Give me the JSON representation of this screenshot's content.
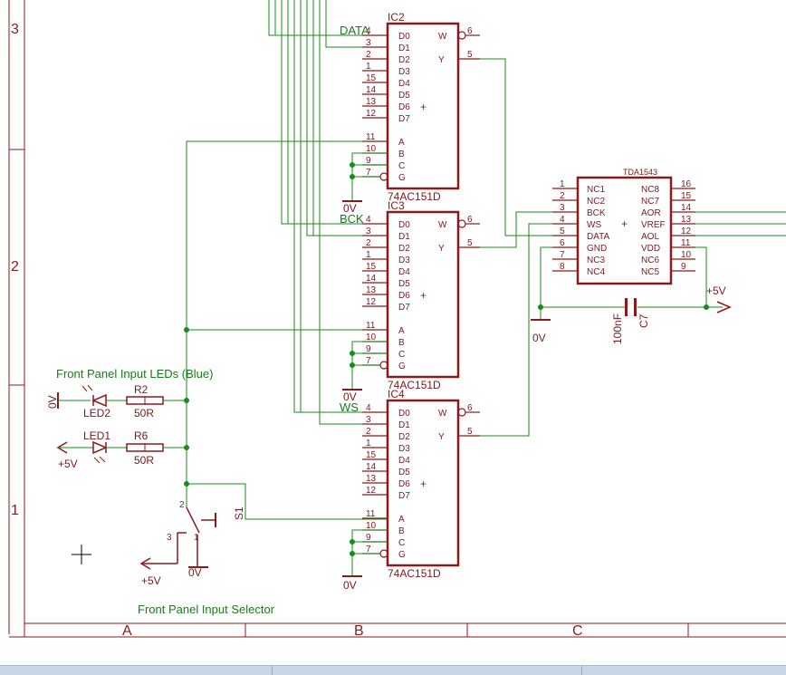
{
  "frame": {
    "row_labels": [
      "3",
      "2",
      "1"
    ],
    "col_labels": [
      "A",
      "B",
      "C"
    ]
  },
  "ics": [
    {
      "ref": "IC2",
      "value": "74AC151D",
      "inputs": [
        [
          "4",
          "D0"
        ],
        [
          "3",
          "D1"
        ],
        [
          "2",
          "D2"
        ],
        [
          "1",
          "D3"
        ],
        [
          "15",
          "D4"
        ],
        [
          "14",
          "D5"
        ],
        [
          "13",
          "D6"
        ],
        [
          "12",
          "D7"
        ],
        [
          "11",
          "A"
        ],
        [
          "10",
          "B"
        ],
        [
          "9",
          "C"
        ],
        [
          "7",
          "G"
        ]
      ],
      "outputs": [
        [
          "6",
          "W"
        ],
        [
          "5",
          "Y"
        ]
      ]
    },
    {
      "ref": "IC3",
      "value": "74AC151D",
      "inputs": [
        [
          "4",
          "D0"
        ],
        [
          "3",
          "D1"
        ],
        [
          "2",
          "D2"
        ],
        [
          "1",
          "D3"
        ],
        [
          "15",
          "D4"
        ],
        [
          "14",
          "D5"
        ],
        [
          "13",
          "D6"
        ],
        [
          "12",
          "D7"
        ],
        [
          "11",
          "A"
        ],
        [
          "10",
          "B"
        ],
        [
          "9",
          "C"
        ],
        [
          "7",
          "G"
        ]
      ],
      "outputs": [
        [
          "6",
          "W"
        ],
        [
          "5",
          "Y"
        ]
      ]
    },
    {
      "ref": "IC4",
      "value": "74AC151D",
      "inputs": [
        [
          "4",
          "D0"
        ],
        [
          "3",
          "D1"
        ],
        [
          "2",
          "D2"
        ],
        [
          "1",
          "D3"
        ],
        [
          "15",
          "D4"
        ],
        [
          "14",
          "D5"
        ],
        [
          "13",
          "D6"
        ],
        [
          "12",
          "D7"
        ],
        [
          "11",
          "A"
        ],
        [
          "10",
          "B"
        ],
        [
          "9",
          "C"
        ],
        [
          "7",
          "G"
        ]
      ],
      "outputs": [
        [
          "6",
          "W"
        ],
        [
          "5",
          "Y"
        ]
      ]
    }
  ],
  "dac": {
    "ref": "TDA1543",
    "left": [
      [
        "1",
        "NC1"
      ],
      [
        "2",
        "NC2"
      ],
      [
        "3",
        "BCK"
      ],
      [
        "4",
        "WS"
      ],
      [
        "5",
        "DATA"
      ],
      [
        "6",
        "GND"
      ],
      [
        "7",
        "NC3"
      ],
      [
        "8",
        "NC4"
      ]
    ],
    "right": [
      [
        "16",
        "NC8"
      ],
      [
        "15",
        "NC7"
      ],
      [
        "14",
        "AOR"
      ],
      [
        "13",
        "VREF"
      ],
      [
        "12",
        "AOL"
      ],
      [
        "11",
        "VDD"
      ],
      [
        "10",
        "NC6"
      ],
      [
        "9",
        "NC5"
      ]
    ]
  },
  "nets": {
    "data": "DATA",
    "bck": "BCK",
    "ws": "WS"
  },
  "power": {
    "gnd": "0V",
    "vcc": "+5V"
  },
  "capacitor": {
    "ref": "C7",
    "value": "100nF"
  },
  "leds": [
    {
      "ref": "LED2",
      "resistor": "R2",
      "value": "50R"
    },
    {
      "ref": "LED1",
      "resistor": "R6",
      "value": "50R"
    }
  ],
  "switch": {
    "ref": "S1",
    "pins": [
      "2",
      "3",
      "1"
    ]
  },
  "notes": {
    "leds": "Front Panel Input LEDs (Blue)",
    "selector": "Front Panel Input Selector"
  }
}
